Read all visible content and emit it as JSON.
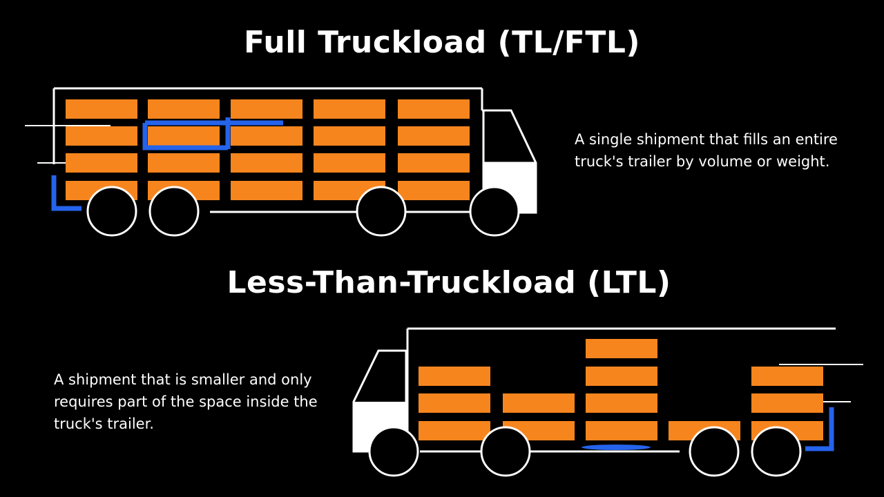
{
  "ftl": {
    "title": "Full Truckload (TL/FTL)",
    "description": "A single shipment that fills an entire truck's trailer by volume or weight."
  },
  "ltl": {
    "title": "Less-Than-Truckload (LTL)",
    "description": "A shipment that is smaller and only requires part of the space inside the truck's trailer."
  },
  "colors": {
    "background": "#000000",
    "cargo": "#f7851e",
    "truck_line": "#ffffff",
    "forklift": "#2563eb"
  },
  "icons": [
    "full-truck-icon",
    "ltl-truck-icon",
    "cargo-box-icon",
    "wheel-icon",
    "forklift-icon"
  ]
}
